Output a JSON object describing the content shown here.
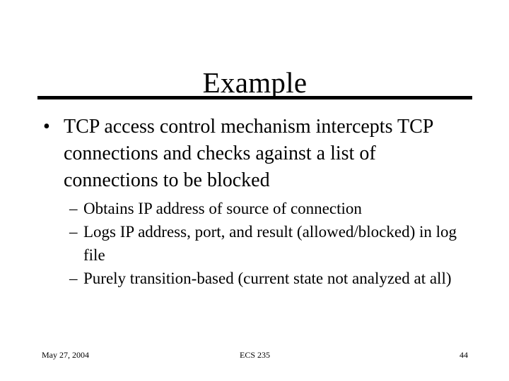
{
  "slide": {
    "title": "Example",
    "divider_color": "#000000",
    "background_color": "#ffffff",
    "text_color": "#000000",
    "bullets": [
      {
        "level": 1,
        "marker": "•",
        "text": "TCP access control mechanism intercepts TCP connections and checks against a list of connections to be blocked",
        "children": [
          {
            "level": 2,
            "marker": "–",
            "text": "Obtains IP address of source of connection"
          },
          {
            "level": 2,
            "marker": "–",
            "text": "Logs IP address, port, and result (allowed/blocked) in log file"
          },
          {
            "level": 2,
            "marker": "–",
            "text": "Purely transition-based (current state not analyzed at all)"
          }
        ]
      }
    ]
  },
  "footer": {
    "date": "May 27, 2004",
    "course": "ECS 235",
    "page_number": "44"
  }
}
